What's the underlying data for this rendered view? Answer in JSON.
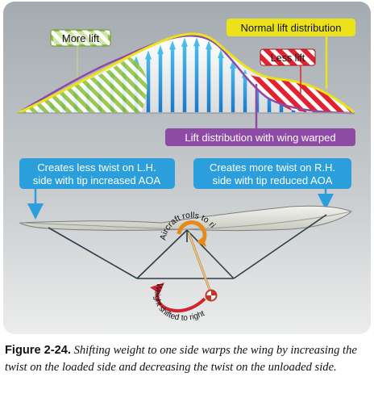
{
  "labels": {
    "more_lift": "More lift",
    "normal_lift": "Normal lift distribution",
    "less_lift": "Less lift",
    "warped": "Lift distribution with wing warped",
    "left_note": [
      "Creates less twist on L.H.",
      "side with tip increased AOA"
    ],
    "right_note": [
      "Creates more twist on R.H.",
      "side with tip reduced AOA"
    ],
    "aircraft_rolls": "Aircraft rolls to right",
    "weight_shifted": "Weight shifted to right"
  },
  "caption": {
    "label": "Figure 2-24.",
    "text": "Shifting weight to one side warps the wing by increasing the twist on the loaded side and decreasing the twist on the unloaded side."
  },
  "colors": {
    "panel_top": "#9fa6ab",
    "panel_bottom": "#e9eaeb",
    "callout_blue": "#2a9fdc",
    "label_purple": "#8e4aa5",
    "normal_curve": "#ece21a",
    "less_lift_stripe": "#e3222f",
    "more_lift_stripe": "#8fc43a",
    "arrow_orange": "#e8891e"
  }
}
